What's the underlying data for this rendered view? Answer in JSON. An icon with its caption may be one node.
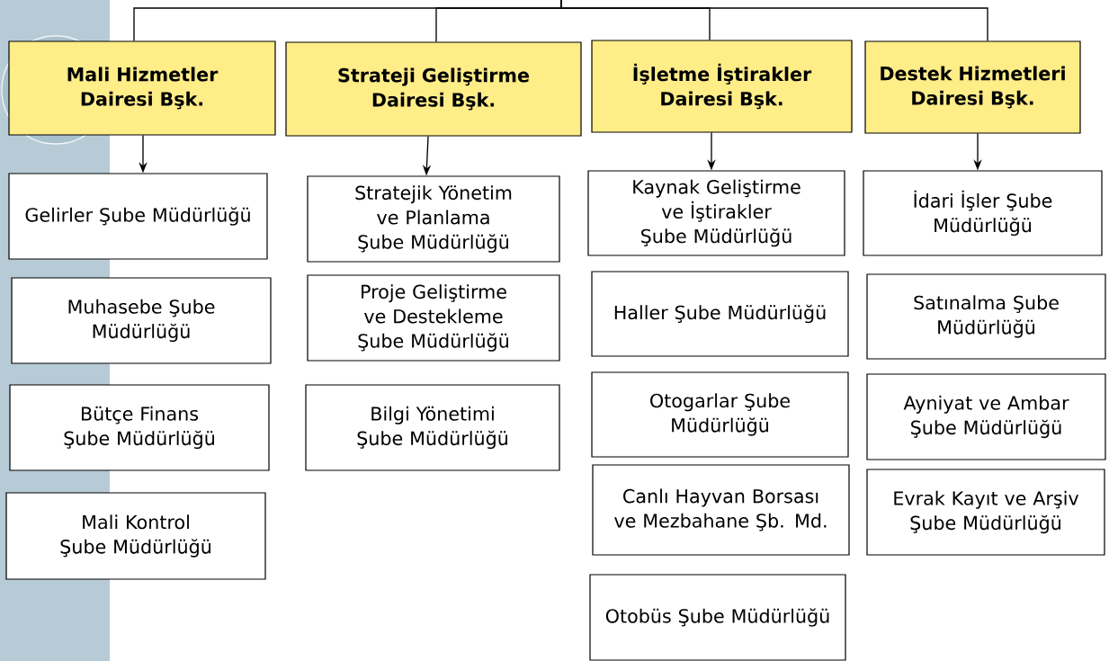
{
  "diagram": {
    "nodes": [
      {
        "text": [
          "Mali Hizmetler Dairesi Bşk."
        ]
      },
      {
        "text": [
          "Strateji Geliştirme Dairesi Bşk."
        ]
      },
      {
        "text": [
          "İşletme İştirakler Dairesi Bşk."
        ]
      },
      {
        "text": [
          "Destek Hizmetleri Dairesi Bşk."
        ]
      },
      {
        "text": [
          "Gelirler Şube Müdürlüğü"
        ]
      },
      {
        "text": [
          "Muhasebe Şube Müdürlüğü"
        ]
      },
      {
        "text": [
          "Bütçe Finans Şube Müdürlüğü"
        ]
      },
      {
        "text": [
          "Mali Kontrol Şube Müdürlüğü"
        ]
      },
      {
        "text": [
          "Stratejik Yönetim ve Planlama Şube Müdürlüğü"
        ]
      },
      {
        "text": [
          "Proje Geliştirme ve Destekleme Şube Müdürlüğü"
        ]
      },
      {
        "text": [
          "Bilgi Yönetimi Şube Müdürlüğü"
        ]
      },
      {
        "text": [
          "Kaynak Geliştirme ve İştirakler Şube Müdürlüğü"
        ]
      },
      {
        "text": [
          "Haller Şube Müdürlüğü"
        ]
      },
      {
        "text": [
          "Otogarlar Şube Müdürlüğü"
        ]
      },
      {
        "text": [
          "Canlı Hayvan Borsası ve Mezbahane Şb. Md."
        ]
      },
      {
        "text": [
          "Otobüs Şube Müdürlüğü"
        ]
      },
      {
        "text": [
          "İdari İşler Şube Müdürlüğü"
        ]
      },
      {
        "text": [
          "Satınalma Şube Müdürlüğü"
        ]
      },
      {
        "text": [
          "Ayniyat ve Ambar Şube Müdürlüğü"
        ]
      },
      {
        "text": [
          "Evrak Kayıt ve Arşiv Şube Müdürlüğü"
        ]
      }
    ],
    "edges": [
      {
        "from": null,
        "to": 0,
        "arrow": "none"
      },
      {
        "from": null,
        "to": 1,
        "arrow": "none"
      },
      {
        "from": null,
        "to": 2,
        "arrow": "none"
      },
      {
        "from": null,
        "to": 3,
        "arrow": "none"
      },
      {
        "from": 0,
        "to": 4,
        "arrow": "to"
      },
      {
        "from": 1,
        "to": 8,
        "arrow": "to"
      },
      {
        "from": 2,
        "to": 11,
        "arrow": "to"
      },
      {
        "from": 3,
        "to": 16,
        "arrow": "to"
      }
    ]
  }
}
